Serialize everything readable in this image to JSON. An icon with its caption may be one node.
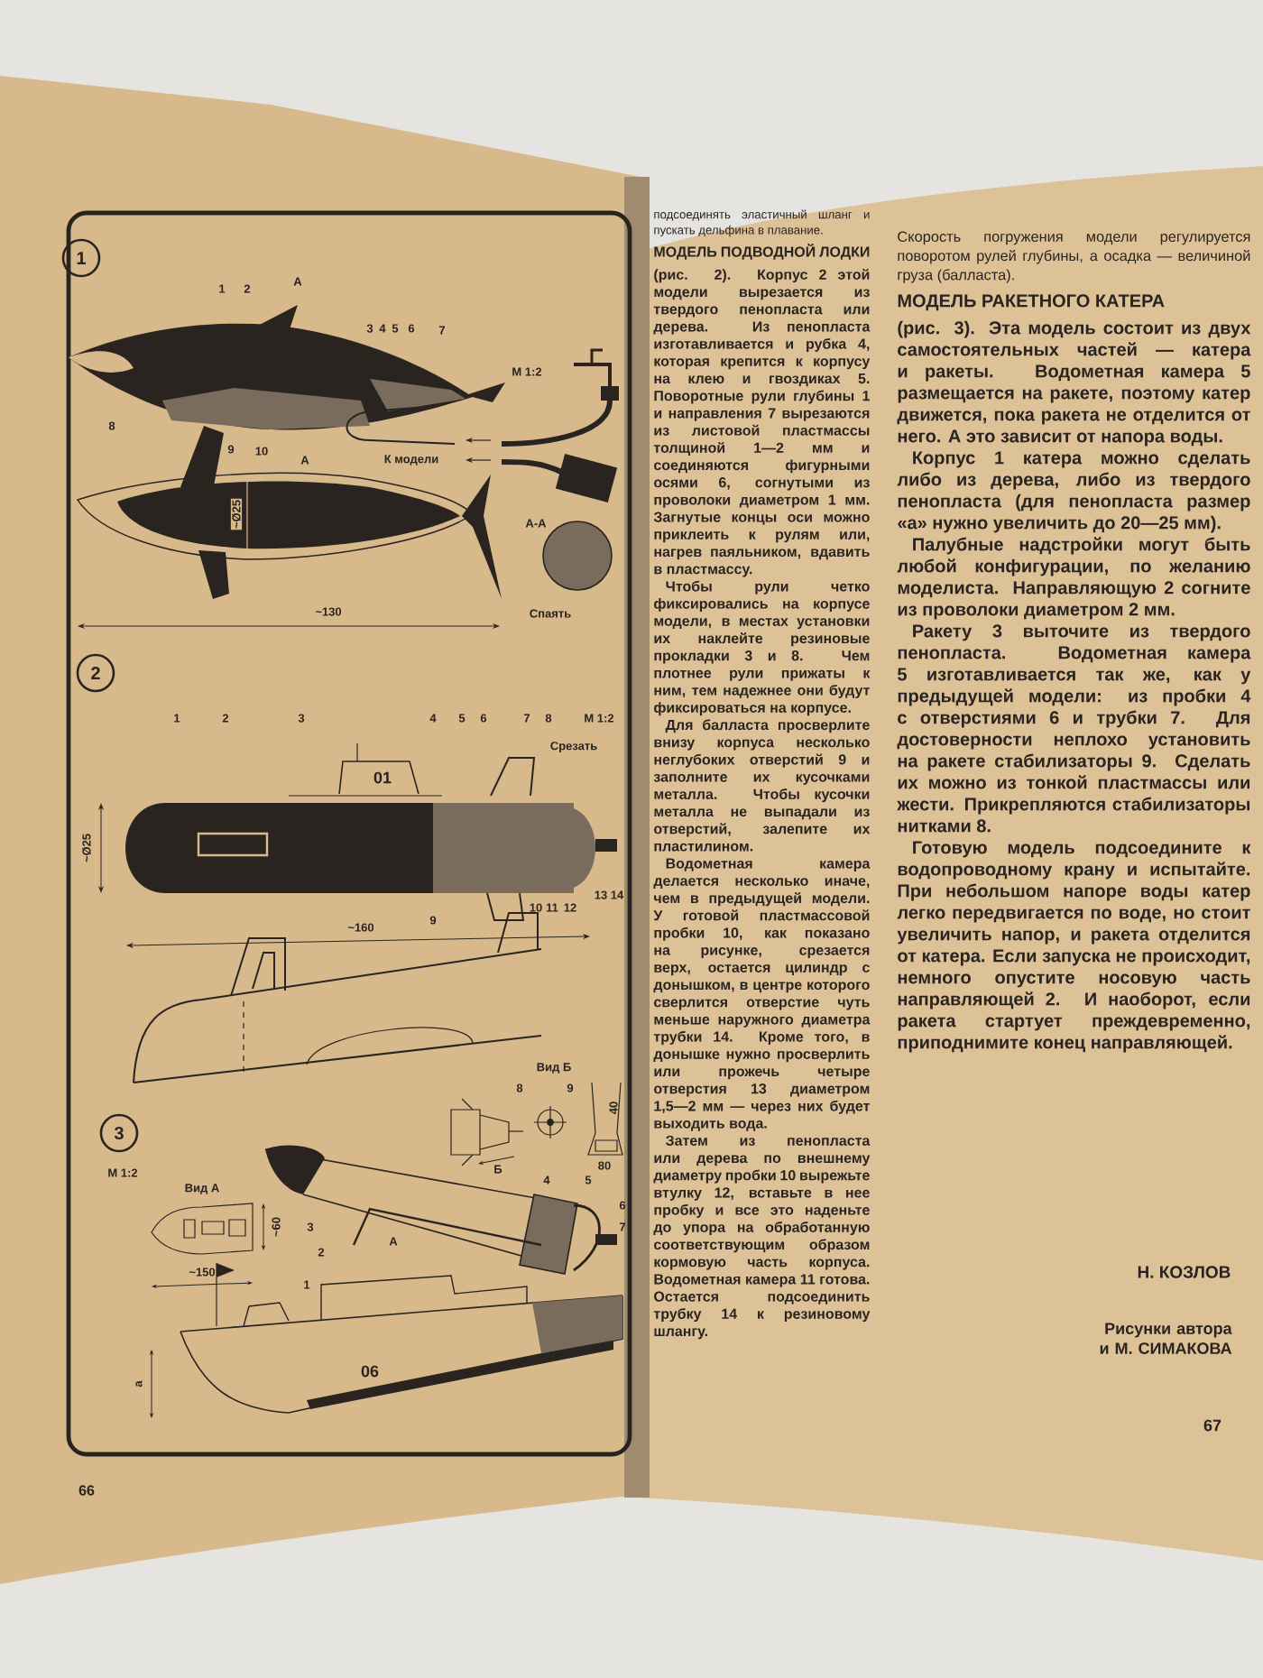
{
  "diagram": {
    "nodes": [
      {
        "text": [
          "1"
        ]
      },
      {
        "text": [
          "2"
        ]
      },
      {
        "text": [
          "3"
        ]
      }
    ],
    "labels": [
      "1",
      "2",
      "А",
      "3",
      "4",
      "5",
      "6",
      "7",
      "М 1:2",
      "8",
      "9",
      "10",
      "А",
      "К модели",
      "~Ø25",
      "А-А",
      "~130",
      "Спаять",
      "1",
      "2",
      "3",
      "4",
      "5",
      "6",
      "7",
      "8",
      "М 1:2",
      "01",
      "Срезать",
      "~Ø25",
      "9",
      "10",
      "11",
      "12",
      "13",
      "14",
      "~160",
      "М 1:2",
      "Вид Б",
      "8",
      "9",
      "Б",
      "40",
      "80",
      "Вид А",
      "~60",
      "~150",
      "4",
      "5",
      "6",
      "3",
      "7",
      "2",
      "А",
      "1",
      "06",
      "а",
      "подсоединять эластичный шланг и пускать дельфина в плавание.",
      "МОДЕЛЬ ПОДВОДНОЙ ЛОДКИ",
      "(рис. 2). Корпус 2 этой модели вырезается из твердого пенопласта или дерева. Из пенопласта изготавливается и рубка 4, которая крепится к корпусу на клею и гвоздиках 5. Поворотные рули глубины 1 и направления 7 вырезаются из листовой пластмассы толщиной 1—2 мм и соединяются фигурными осями 6, согнутыми из проволоки диаметром 1 мм. Загнутые концы оси можно приклеить к рулям или, нагрев паяльником, вдавить в пластмассу.",
      "Чтобы рули четко фиксировались на корпусе модели, в местах установки их наклейте резиновые прокладки 3 и 8. Чем плотнее рули прижаты к ним, тем надежнее они будут фиксироваться на корпусе.",
      "Для балласта просверлите внизу корпуса несколько неглубоких отверстий 9 и заполните их кусочками металла. Чтобы кусочки металла не выпадали из отверстий, залепите их пластилином.",
      "Водометная камера делается несколько иначе, чем в предыдущей модели. У готовой пластмассовой пробки 10, как показано на рисунке, срезается верх, остается цилиндр с донышком, в центре которого сверлится отверстие чуть меньше наружного диаметра трубки 14. Кроме того, в донышке нужно просверлить или прожечь четыре отверстия 13 диаметром 1,5—2 мм — через них будет выходить вода.",
      "Затем из пенопласта или дерева по внешнему диаметру пробки 10 вырежьте втулку 12, вставьте в нее пробку и все это наденьте до упора на обработанную соответствующим образом кормовую часть корпуса. Водометная камера 11 готова. Остается подсоединить трубку 14 к резиновому шлангу.",
      "Скорость погружения модели регулируется поворотом рулей глубины, а осадка — величиной груза (балласта).",
      "МОДЕЛЬ РАКЕТНОГО КАТЕРА",
      "(рис. 3). Эта модель состоит из двух самостоятельных частей — катера и ракеты. Водометная камера 5 размещается на ракете, поэтому катер движется, пока ракета не отделится от него. А это зависит от напора воды.",
      "Корпус 1 катера можно сделать либо из дерева, либо из твердого пенопласта (для пенопласта размер «а» нужно увеличить до 20—25 мм).",
      "Палубные надстройки могут быть любой конфигурации, по желанию моделиста. Направляющую 2 согните из проволоки диаметром 2 мм.",
      "Ракету 3 выточите из твердого пенопласта. Водометная камера 5 изготавливается так же, как у предыдущей модели: из пробки 4 с отверстиями 6 и трубки 7. Для достоверности неплохо установить на ракете стабилизаторы 9. Сделать их можно из тонкой пластмассы или жести. Прикрепляются стабилизаторы нитками 8.",
      "Готовую модель подсоедините к водопроводному крану и испытайте. При небольшом напоре воды катер легко передвигается по воде, но стоит увеличить напор, и ракета отделится от катера. Если запуска не происходит, немного опустите носовую часть направляющей 2. И наоборот, если ракета стартует преждевременно, приподнимите конец направляющей.",
      "Н. КОЗЛОВ",
      "Рисунки автора и М. СИМАКОВА",
      "66",
      "67"
    ]
  }
}
